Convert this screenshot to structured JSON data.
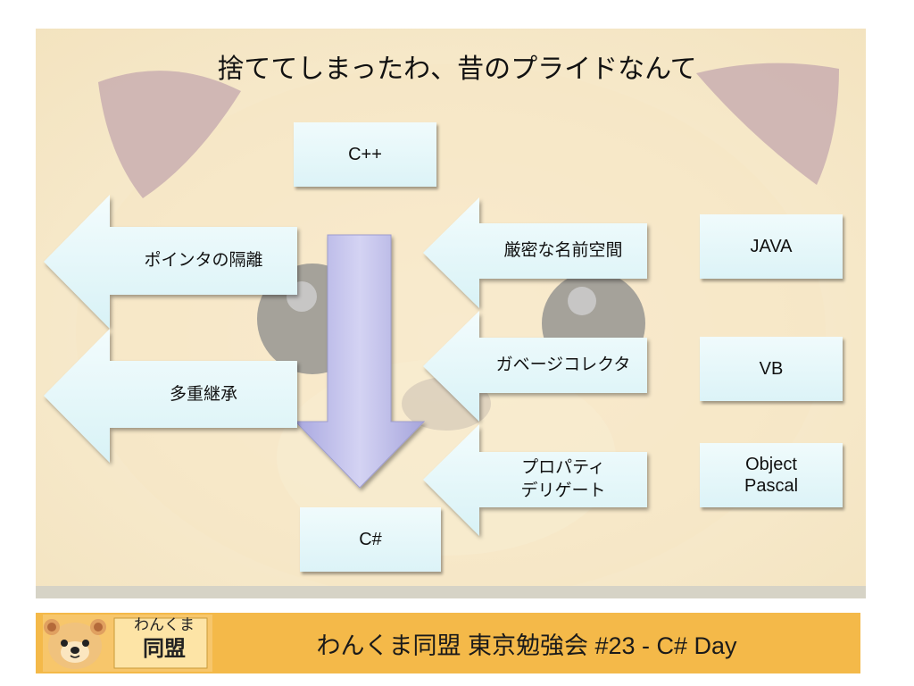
{
  "title": "捨ててしまったわ、昔のプライドなんて",
  "boxes": {
    "cpp": "C++",
    "csharp": "C#",
    "java": "JAVA",
    "vb": "VB",
    "object_pascal_1": "Object",
    "object_pascal_2": "Pascal"
  },
  "left_arrows": {
    "pointer_isolation": "ポインタの隔離",
    "multiple_inheritance": "多重継承"
  },
  "right_arrows": {
    "strict_namespace": "厳密な名前空間",
    "garbage_collector": "ガベージコレクタ",
    "property_line1": "プロパティ",
    "property_line2": "デリゲート"
  },
  "footer": {
    "logo_line1": "わんくま",
    "logo_line2": "同盟",
    "text": "わんくま同盟 東京勉強会 #23 - C# Day",
    "bar_color": "#f4b949"
  },
  "colors": {
    "box_fill": "#e4f6f9",
    "down_arrow_fill": "#b9b8e6",
    "slide_bg": "#f7ecd1"
  }
}
